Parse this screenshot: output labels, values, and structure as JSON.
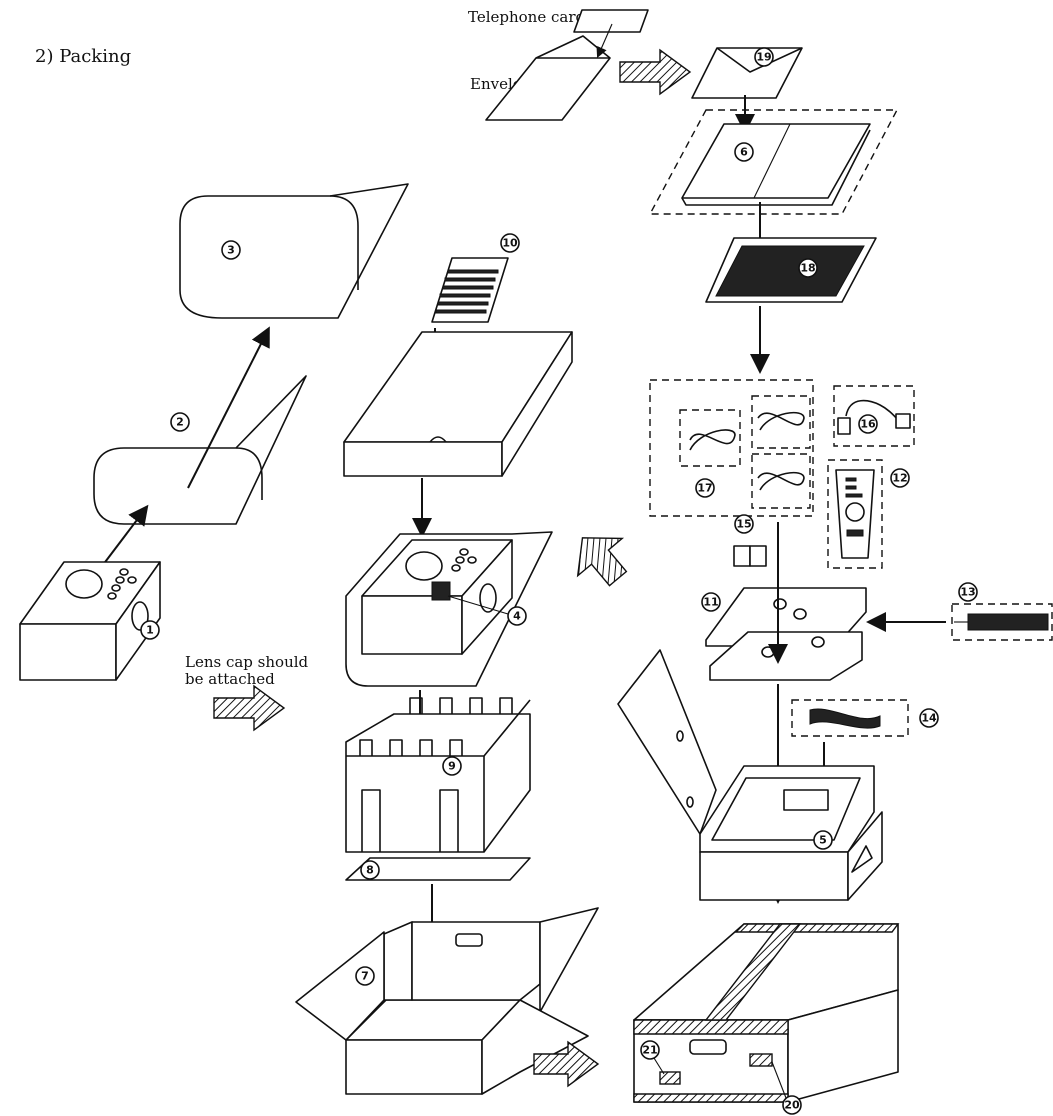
{
  "title": "2) Packing",
  "labels": {
    "telephone_card": "Telephone card",
    "envelope": "Envelope",
    "lens_cap_line1": "Lens cap should",
    "lens_cap_line2": "be attached"
  },
  "part_numbers": [
    "1",
    "2",
    "3",
    "4",
    "5",
    "6",
    "7",
    "8",
    "9",
    "10",
    "11",
    "12",
    "13",
    "14",
    "15",
    "16",
    "17",
    "18",
    "19",
    "20",
    "21"
  ]
}
